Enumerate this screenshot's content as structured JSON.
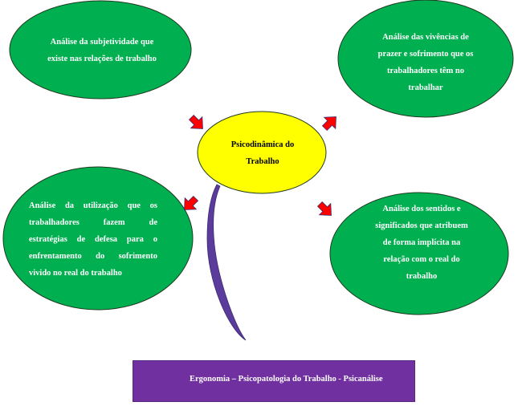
{
  "diagram": {
    "center": {
      "lines": [
        "Psicodinâmica do",
        "Trabalho"
      ]
    },
    "nodes": {
      "top_left": {
        "lines": [
          "Análise da subjetividade que",
          "existe nas relações de trabalho"
        ]
      },
      "top_right": {
        "lines": [
          "Análise das vivências de",
          "prazer e sofrimento que os",
          "trabalhadores têm no",
          "trabalhar"
        ]
      },
      "bottom_left": {
        "lines": [
          "Análise da utilização que os",
          "trabalhadores fazem de",
          "estratégias de defesa para o",
          "enfrentamento do sofrimento",
          "vivido no real do trabalho"
        ]
      },
      "bottom_right": {
        "lines": [
          "Análise dos sentidos e",
          "significados que atribuem",
          "de forma implícita na",
          "relação com o real do",
          "trabalho"
        ]
      }
    },
    "base": {
      "label": "Ergonomia – Psicopatologia do Trabalho - Psicanálise"
    },
    "colors": {
      "node_fill": "#00b050",
      "node_stroke": "#1f3a1f",
      "center_fill": "#ffff00",
      "arrow_fill": "#ff0000",
      "arrow_stroke": "#3a2b6e",
      "banner_fill": "#7030a0",
      "curve_fill": "#5b3b9c"
    }
  }
}
